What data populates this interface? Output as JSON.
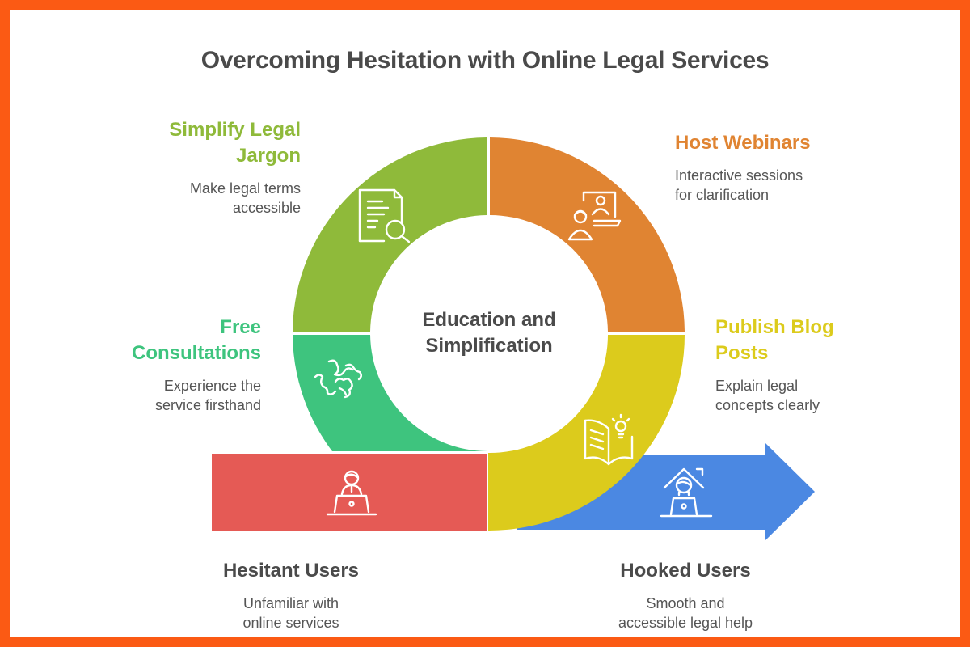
{
  "title": "Overcoming Hesitation with Online Legal Services",
  "center": {
    "line1": "Education and",
    "line2": "Simplification"
  },
  "colors": {
    "frame": "#fb5a14",
    "green": "#8fba3a",
    "orange": "#e08432",
    "yellow": "#dccb1c",
    "teal": "#3ec47e",
    "red": "#e55a55",
    "blue": "#4b88e2",
    "text_dark": "#4a4a4a",
    "text_body": "#555555"
  },
  "segments": [
    {
      "id": "simplify-jargon",
      "title_line1": "Simplify Legal",
      "title_line2": "Jargon",
      "desc_line1": "Make legal terms",
      "desc_line2": "accessible",
      "color": "#8fba3a",
      "icon": "document-search-icon"
    },
    {
      "id": "host-webinars",
      "title_line1": "Host Webinars",
      "desc_line1": "Interactive sessions",
      "desc_line2": "for clarification",
      "color": "#e08432",
      "icon": "webinar-presenter-icon"
    },
    {
      "id": "free-consultations",
      "title_line1": "Free",
      "title_line2": "Consultations",
      "desc_line1": "Experience the",
      "desc_line2": "service firsthand",
      "color": "#3ec47e",
      "icon": "handshake-icon"
    },
    {
      "id": "publish-blog",
      "title_line1": "Publish Blog",
      "title_line2": "Posts",
      "desc_line1": "Explain legal",
      "desc_line2": "concepts clearly",
      "color": "#dccb1c",
      "icon": "book-lightbulb-icon"
    }
  ],
  "start": {
    "title": "Hesitant Users",
    "desc_line1": "Unfamiliar with",
    "desc_line2": "online services",
    "color": "#e55a55",
    "icon": "user-laptop-icon"
  },
  "end": {
    "title": "Hooked Users",
    "desc_line1": "Smooth and",
    "desc_line2": "accessible legal help",
    "color": "#4b88e2",
    "icon": "home-user-laptop-icon"
  }
}
